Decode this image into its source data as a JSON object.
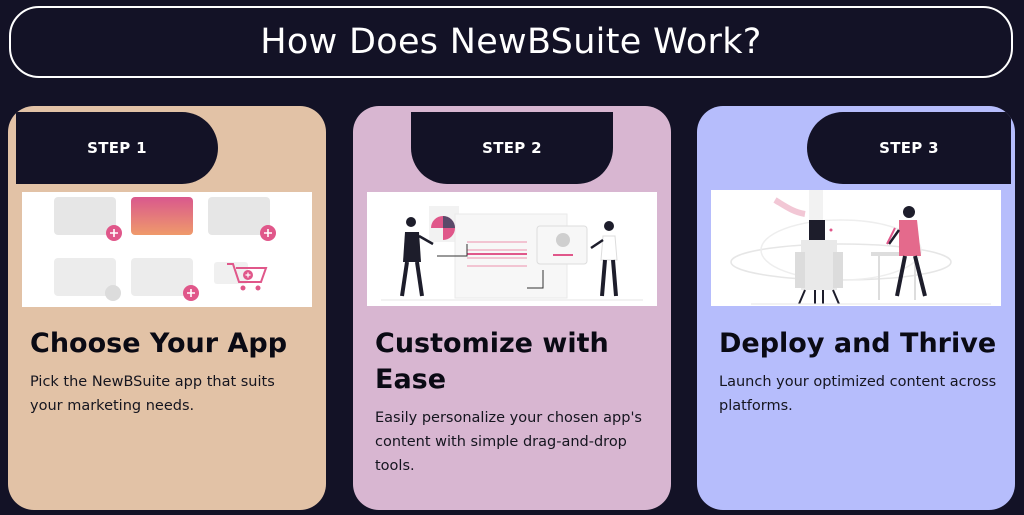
{
  "header": {
    "title": "How Does NewBSuite Work?"
  },
  "steps": [
    {
      "label": "STEP 1",
      "title": "Choose Your App",
      "description": "Pick the NewBSuite app that suits your marketing needs.",
      "background": "#e2c2a6"
    },
    {
      "label": "STEP 2",
      "title": "Customize with Ease",
      "description": "Easily personalize your chosen app's content with simple drag-and-drop tools.",
      "background": "#d8b6d1"
    },
    {
      "label": "STEP 3",
      "title": "Deploy and Thrive",
      "description": "Launch your optimized content across platforms.",
      "background": "#b6bdfc"
    }
  ],
  "colors": {
    "page_background": "#131226",
    "accent_pink": "#e0578a",
    "accent_gradient_start": "#d9588d",
    "accent_gradient_end": "#ef9a6b"
  },
  "icons": {
    "step1": "app-grid-with-cart-illustration",
    "step2": "people-customizing-dashboard-illustration",
    "step3": "rocket-launch-illustration"
  }
}
